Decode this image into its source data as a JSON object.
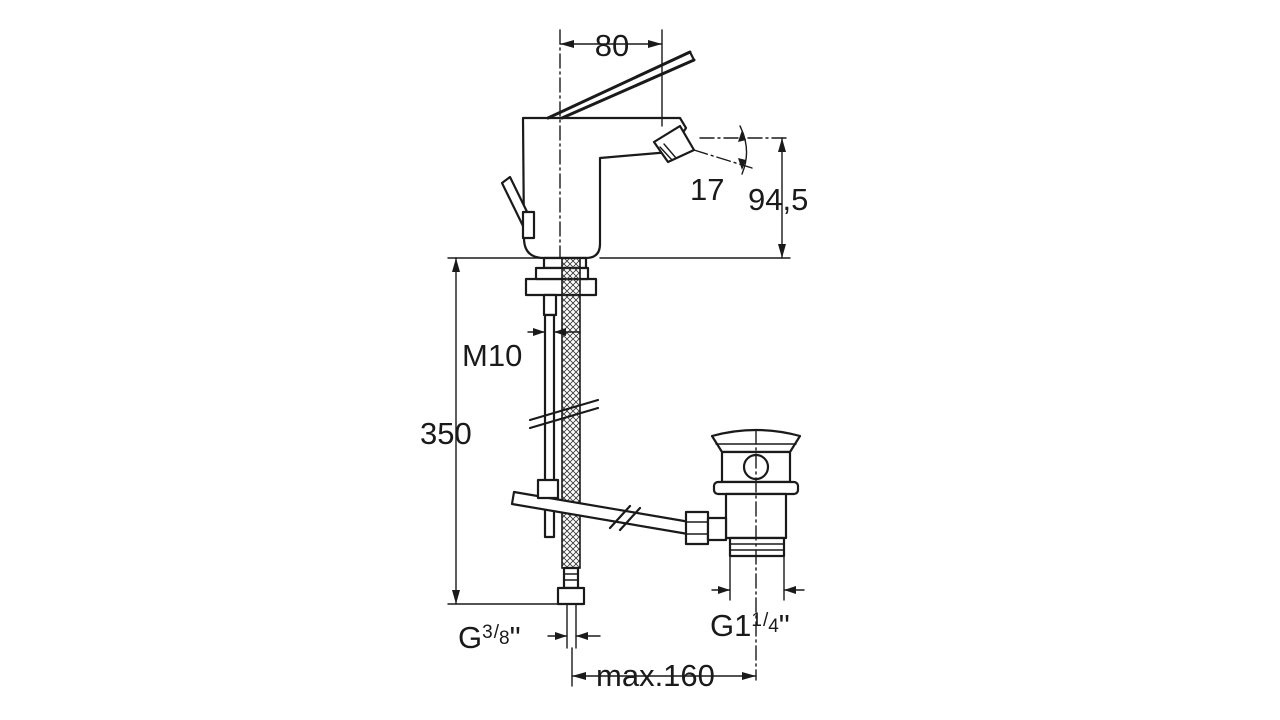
{
  "dimensions": {
    "spout_offset": "80",
    "spout_angle": "17",
    "spout_height": "94,5",
    "thread_rod": "M10",
    "hose_length": "350",
    "hose_thread_main": "G",
    "hose_thread_num": "3",
    "hose_thread_den": "8",
    "hose_thread_mark": "\"",
    "waste_thread_main": "G1",
    "waste_thread_num": "1",
    "waste_thread_den": "4",
    "waste_thread_mark": "\"",
    "max_distance": "max.160"
  },
  "colors": {
    "line": "#1a1a1a",
    "background": "#ffffff"
  }
}
